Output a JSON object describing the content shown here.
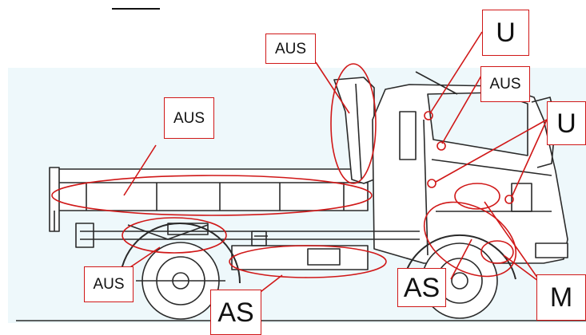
{
  "colors": {
    "annotation": "#d01818",
    "background": "#eef8fb",
    "lineart": "#2a2a2a"
  },
  "labels": {
    "aus_top": "AUS",
    "aus_body": "AUS",
    "aus_upper_right": "AUS",
    "aus_left_bottom": "AUS",
    "u_top": "U",
    "u_right": "U",
    "as_bottom": "AS",
    "as_right": "AS",
    "m": "M"
  }
}
